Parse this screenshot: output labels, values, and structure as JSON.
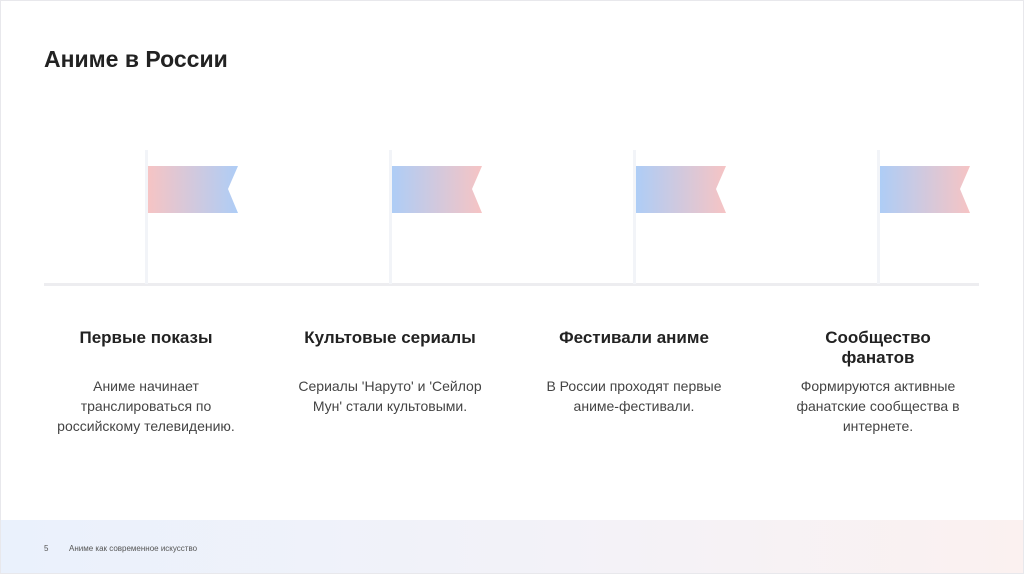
{
  "slide": {
    "title": "Аниме в России"
  },
  "timeline": {
    "events": [
      {
        "title": "Первые показы",
        "description": "Аниме начинает транслироваться по российскому телевидению.",
        "flag_gradient": [
          "#f6c4c4",
          "#aecdf6"
        ]
      },
      {
        "title": "Культовые сериалы",
        "description": "Сериалы 'Наруто' и 'Сейлор Мун' стали культовыми.",
        "flag_gradient": [
          "#aecdf6",
          "#f6c4c4"
        ]
      },
      {
        "title": "Фестивали аниме",
        "description": "В России проходят первые аниме-фестивали.",
        "flag_gradient": [
          "#aecdf6",
          "#f6c4c4"
        ]
      },
      {
        "title": "Сообщество фанатов",
        "description": "Формируются активные фанатские сообщества в интернете.",
        "flag_gradient": [
          "#aecdf6",
          "#f6c4c4"
        ]
      }
    ]
  },
  "footer": {
    "page_number": "5",
    "text": "Аниме как современное искусство"
  }
}
